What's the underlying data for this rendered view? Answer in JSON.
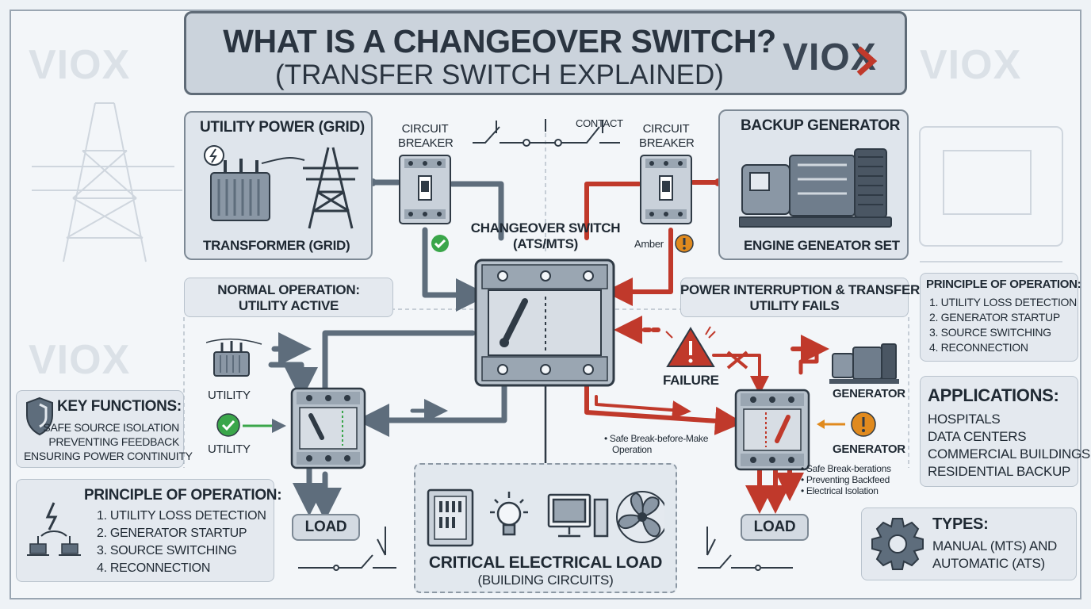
{
  "title": {
    "line1": "WHAT IS A CHANGEOVER SWITCH?",
    "line2": "(TRANSFER SWITCH EXPLAINED)"
  },
  "brand": {
    "logo_text": "VIOX",
    "accent_color": "#c0392b",
    "watermark_left": "VIOX",
    "watermark_right": "VIOX",
    "watermark_mid": "VIOX"
  },
  "utility_panel": {
    "heading": "UTILITY POWER (GRID)",
    "caption": "TRANSFORMER  (GRID)"
  },
  "generator_panel": {
    "heading": "BACKUP GENERATOR",
    "caption": "ENGINE GENEATOR SET"
  },
  "breakers": {
    "left_label_line1": "CIRCUIT",
    "left_label_line2": "BREAKER",
    "right_label_line1": "CIRCUIT",
    "right_label_line2": "BREAKER",
    "contact_label": "CONTACT",
    "amber_label": "Amber"
  },
  "switch": {
    "label_line1": "CHANGEOVER SWITCH",
    "label_line2": "(ATS/MTS)"
  },
  "normal_operation": {
    "heading_line1": "NORMAL OPERATION:",
    "heading_line2": "UTILITY ACTIVE",
    "utility_label": "UTILITY",
    "utility_label_2": "UTILITY",
    "load_label": "LOAD"
  },
  "transfer_operation": {
    "heading_line1": "POWER INTERRUPTION & TRANSFER:",
    "heading_line2": "UTILITY FAILS",
    "failure_label": "FAILURE",
    "generator_label": "GENERATOR",
    "generator_label_2": "GENERATOR",
    "load_label": "LOAD",
    "note_line1": "• Safe Break-before-Make",
    "note_line2": "Operation",
    "bullets": [
      "• Safe Break-berations",
      "• Preventing Backfeed",
      "• Electrical Isolation"
    ]
  },
  "key_functions": {
    "heading": "KEY FUNCTIONS:",
    "items": [
      "SAFE SOURCE ISOLATION",
      "PREVENTING FEEDBACK",
      "ENSURING POWER CONTINUITY"
    ]
  },
  "principle_left": {
    "heading": "PRINCIPLE OF OPERATION:",
    "items": [
      "1. UTILITY LOSS DETECTION",
      "2. GENERATOR STARTUP",
      "3. SOURCE SWITCHING",
      "4. RECONNECTION"
    ]
  },
  "principle_right": {
    "heading": "PRINCIPLE OF OPERATION:",
    "items": [
      "1. UTILITY LOSS DETECTION",
      "2. GENERATOR STARTUP",
      "3. SOURCE SWITCHING",
      "4. RECONNECTION"
    ]
  },
  "applications": {
    "heading": "APPLICATIONS:",
    "items": [
      "HOSPITALS",
      "DATA CENTERS",
      "COMMERCIAL BUILDINGS",
      "RESIDENTIAL BACKUP"
    ]
  },
  "types": {
    "heading": "TYPES:",
    "line1": "MANUAL (MTS) AND",
    "line2": "AUTOMATIC (ATS)"
  },
  "critical_load": {
    "heading": "CRITICAL ELECTRICAL LOAD",
    "subheading": "(BUILDING CIRCUITS)"
  },
  "colors": {
    "utility_path": "#5e6d7c",
    "generator_path": "#c0392b",
    "ok_green": "#3aa64a",
    "warning_amber": "#e08a1e",
    "panel_bg": "#dfe5ec"
  },
  "icons": {
    "utility": "transformer-icon",
    "tower": "power-tower-icon",
    "generator": "generator-icon",
    "check": "check-circle-icon",
    "warning": "exclamation-circle-icon",
    "failure": "warning-triangle-icon",
    "shield": "shield-icon",
    "gear": "gear-icon",
    "panel": "electrical-panel-icon",
    "bulb": "light-bulb-icon",
    "computer": "computer-icon",
    "fan": "fan-icon"
  }
}
